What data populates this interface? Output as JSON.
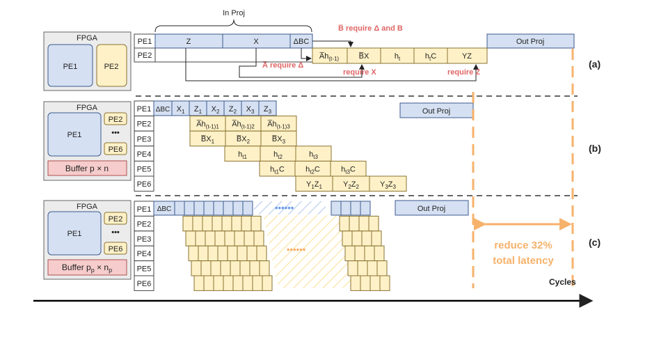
{
  "colors": {
    "blue_fill": "#d5e0f2",
    "blue_stroke": "#3c5a8f",
    "yellow_fill": "#fff1c7",
    "yellow_stroke": "#8a7230",
    "pink_fill": "#f6cccc",
    "gray_fill": "#ececec",
    "red_text": "#e06666",
    "orange": "#f6b26b",
    "dots_blue": "#6d9eeb",
    "dots_orange": "#f6b26b"
  },
  "labels": {
    "fpga": "FPGA",
    "pe1": "PE1",
    "pe2": "PE2",
    "pe6": "PE6",
    "ellipsis": "•••",
    "buffer_b": "Buffer p × n",
    "buffer_c_main": "Buffer p",
    "buffer_c_sub1": "p",
    "buffer_c_times": " × n",
    "buffer_c_sub2": "p",
    "in_proj": "In Proj",
    "out_proj": "Out Proj",
    "cycles": "Cycles",
    "reduce_line1": "reduce 32%",
    "reduce_line2": "total latency"
  },
  "annotations": {
    "b_require": "B̅ require Δ and B",
    "a_require": "A̅ require Δ",
    "require_x": "require X",
    "require_z": "require Z"
  },
  "panels": {
    "a": {
      "tag": "(a)",
      "rows": [
        "PE1",
        "PE2"
      ],
      "pe1_blocks": [
        "Z",
        "X",
        "ΔBC"
      ],
      "pe2_blocks": [
        "A̅h",
        "B̅X",
        "h",
        "h",
        "YZ"
      ],
      "subs": {
        "ah": "(t-1)",
        "ht": "t",
        "htc": "t"
      },
      "htc_suffix": "C"
    },
    "b": {
      "tag": "(b)",
      "rows": [
        "PE1",
        "PE2",
        "PE3",
        "PE4",
        "PE5",
        "PE6"
      ],
      "pe1_first": "ΔBC",
      "pe1_blocks": [
        {
          "m": "X",
          "s": "1"
        },
        {
          "m": "Z",
          "s": "1"
        },
        {
          "m": "X",
          "s": "2"
        },
        {
          "m": "Z",
          "s": "2"
        },
        {
          "m": "X",
          "s": "3"
        },
        {
          "m": "Z",
          "s": "3"
        }
      ],
      "pe2_blocks": [
        {
          "m": "A̅h",
          "s": "(t-1)1"
        },
        {
          "m": "A̅h",
          "s": "(t-1)2"
        },
        {
          "m": "A̅h",
          "s": "(t-1)3"
        }
      ],
      "pe3_blocks": [
        {
          "m": "B̅X",
          "s": "1"
        },
        {
          "m": "B̅X",
          "s": "2"
        },
        {
          "m": "B̅X",
          "s": "3"
        }
      ],
      "pe4_blocks": [
        {
          "m": "h",
          "s": "t1"
        },
        {
          "m": "h",
          "s": "t2"
        },
        {
          "m": "h",
          "s": "t3"
        }
      ],
      "pe5_blocks": [
        {
          "m": "h",
          "s": "t1",
          "e": "C"
        },
        {
          "m": "h",
          "s": "t2",
          "e": "C"
        },
        {
          "m": "h",
          "s": "t3",
          "e": "C"
        }
      ],
      "pe6_blocks": [
        {
          "m": "Y",
          "s": "1",
          "m2": "Z",
          "s2": "1"
        },
        {
          "m": "Y",
          "s": "2",
          "m2": "Z",
          "s2": "2"
        },
        {
          "m": "Y",
          "s": "3",
          "m2": "Z",
          "s2": "3"
        }
      ]
    },
    "c": {
      "tag": "(c)",
      "rows": [
        "PE1",
        "PE2",
        "PE3",
        "PE4",
        "PE5",
        "PE6"
      ],
      "pe1_first": "ΔBC",
      "dots": "••••••"
    }
  }
}
